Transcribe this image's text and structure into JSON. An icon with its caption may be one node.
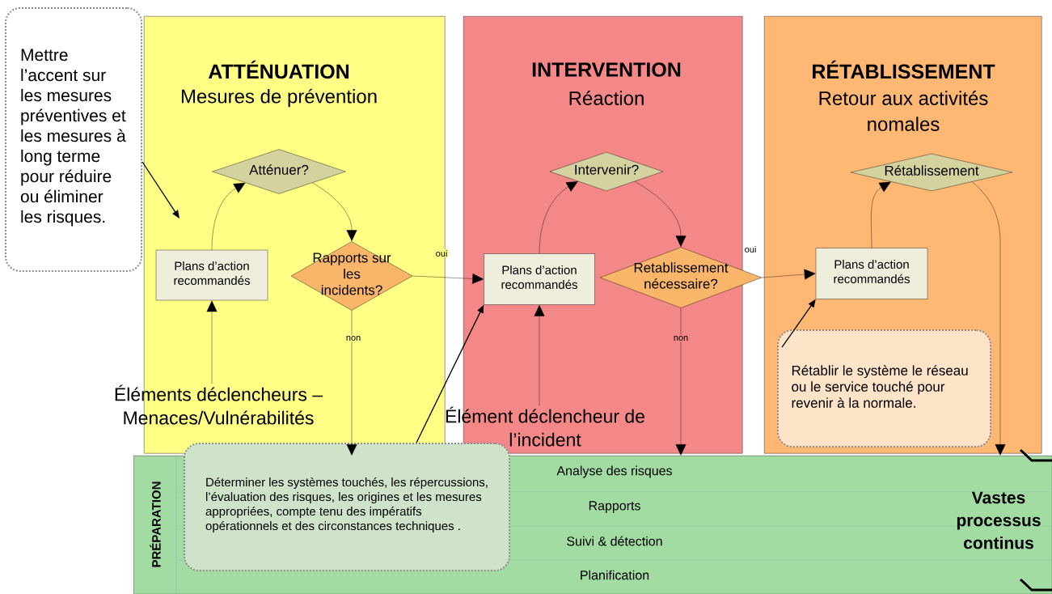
{
  "diagram": {
    "nodes": [
      {
        "text": [
          "ATTÉNUATION",
          "Mesures de prévention"
        ]
      },
      {
        "text": [
          "Atténuer?"
        ],
        "in": 0
      },
      {
        "text": [
          "Plans d’action recommandés"
        ],
        "in": 0
      },
      {
        "text": [
          "Rapports sur les incidents?"
        ],
        "in": 0
      },
      {
        "text": [
          "Éléments déclencheurs – Menaces/Vulnérabilités"
        ]
      },
      {
        "text": [
          "INTERVENTION",
          "Réaction"
        ]
      },
      {
        "text": [
          "Intervenir?"
        ],
        "in": 5
      },
      {
        "text": [
          "Plans d’action recommandés"
        ],
        "in": 5
      },
      {
        "text": [
          "Retablissement nécessaire?"
        ],
        "in": 5
      },
      {
        "text": [
          "Élément déclencheur de l’incident"
        ]
      },
      {
        "text": [
          "RÉTABLISSEMENT",
          "Retour aux activités nomales"
        ]
      },
      {
        "text": [
          "Rétablissement"
        ],
        "in": 10
      },
      {
        "text": [
          "Plans d’action recommandés"
        ],
        "in": 10
      },
      {
        "text": [
          "Rétablir le système le réseau ou le service touché pour revenir à la normale."
        ],
        "in": 10
      },
      {
        "text": [
          "Mettre l’accent sur les mesures préventives et les mesures à long terme pour réduire ou éliminer les risques."
        ]
      },
      {
        "text": [
          "PRÉPARATION",
          "Vastes processus continus"
        ]
      },
      {
        "text": [
          "Analyse des risques"
        ],
        "in": 15
      },
      {
        "text": [
          "Rapports"
        ],
        "in": 15
      },
      {
        "text": [
          "Suivi & détection"
        ],
        "in": 15
      },
      {
        "text": [
          "Planification"
        ],
        "in": 15
      },
      {
        "text": [
          "Déterminer les systèmes touchés, les répercussions, l’évaluation des risques, les origines et les mesures appropriées, compte tenu des impératifs opérationnels et des circonstances techniques ."
        ],
        "in": 15
      }
    ],
    "edges": [
      {
        "from": 2,
        "to": 1,
        "arrow": "to"
      },
      {
        "from": 1,
        "to": 3,
        "arrow": "to"
      },
      {
        "from": 3,
        "to": 7,
        "arrow": "to",
        "label": "oui"
      },
      {
        "from": 3,
        "to": 15,
        "arrow": "to",
        "label": "non"
      },
      {
        "from": 4,
        "to": 2,
        "arrow": "to"
      },
      {
        "from": 7,
        "to": 6,
        "arrow": "to"
      },
      {
        "from": 6,
        "to": 8,
        "arrow": "to"
      },
      {
        "from": 8,
        "to": 12,
        "arrow": "to",
        "label": "oui"
      },
      {
        "from": 8,
        "to": 15,
        "arrow": "to",
        "label": "non"
      },
      {
        "from": 9,
        "to": 7,
        "arrow": "to"
      },
      {
        "from": 12,
        "to": 11,
        "arrow": "to"
      },
      {
        "from": 11,
        "to": 15,
        "arrow": "to"
      },
      {
        "from": 14,
        "to": null,
        "arrow": "to"
      },
      {
        "from": 20,
        "to": 7,
        "arrow": "to"
      },
      {
        "from": 13,
        "to": 12,
        "arrow": "to"
      }
    ]
  }
}
